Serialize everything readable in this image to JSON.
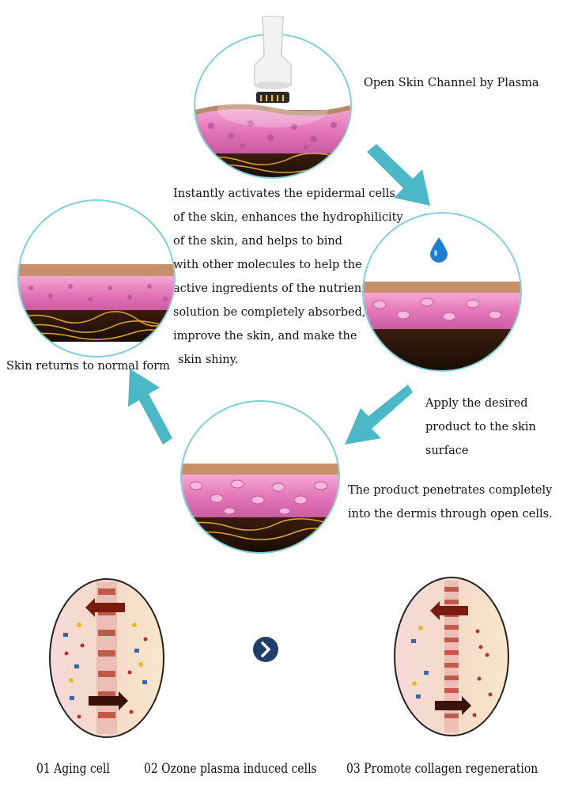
{
  "steps": {
    "top_label": "Open Skin Channel by Plasma",
    "middle_paragraph": [
      "Instantly activates the epidermal cells",
      "of the skin, enhances the hydrophilicity",
      "of the skin, and helps to bind",
      "with other molecules to help the",
      "active ingredients of the nutrient",
      "solution be completely absorbed,",
      "improve the skin, and make the",
      "skin shiny."
    ],
    "left_label": "Skin returns to normal form",
    "right_label": [
      "Apply the desired",
      "product to the skin",
      "surface"
    ],
    "bottom_label": [
      "The product penetrates completely",
      "into the dermis through open cells."
    ]
  },
  "captions": {
    "c1": "01  Aging cell",
    "c2": "02  Ozone plasma induced cells",
    "c3": "03 Promote collagen regeneration"
  },
  "colors": {
    "ring": "#7fd0da",
    "arrow": "#4bb8c8",
    "skin_pink": "#e879b8",
    "tissue_brown": "#6b3a1e",
    "next_button": "#1f3f6b"
  },
  "icons": {
    "drop": "water-drop-icon",
    "next": "chevron-right-icon"
  }
}
